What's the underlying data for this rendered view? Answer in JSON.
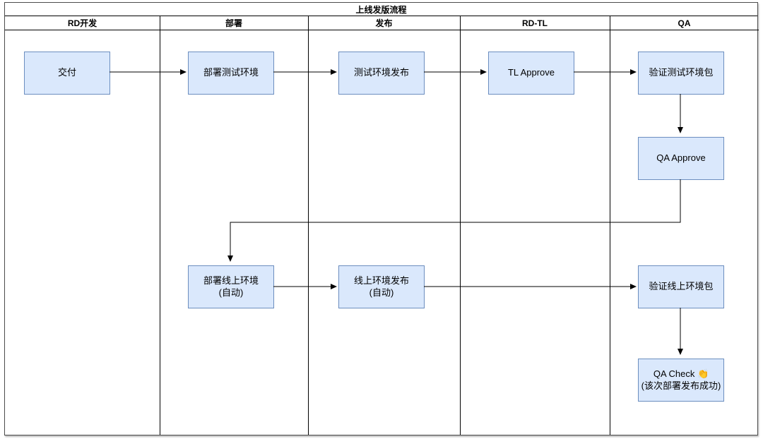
{
  "diagram": {
    "title": "上线发版流程",
    "lanes": [
      {
        "label": "RD开发"
      },
      {
        "label": "部署"
      },
      {
        "label": "发布"
      },
      {
        "label": "RD-TL"
      },
      {
        "label": "QA"
      }
    ],
    "nodes": [
      {
        "id": "deliver",
        "lane": "RD开发",
        "label": "交付"
      },
      {
        "id": "deploy-test-env",
        "lane": "部署",
        "label": "部署测试环境"
      },
      {
        "id": "test-env-release",
        "lane": "发布",
        "label": "测试环境发布"
      },
      {
        "id": "tl-approve",
        "lane": "RD-TL",
        "label": "TL Approve"
      },
      {
        "id": "verify-test-env-package",
        "lane": "QA",
        "label": "验证测试环境包"
      },
      {
        "id": "qa-approve",
        "lane": "QA",
        "label": "QA Approve"
      },
      {
        "id": "deploy-prod-env",
        "lane": "部署",
        "label": "部署线上环境\n(自动)"
      },
      {
        "id": "prod-env-release",
        "lane": "发布",
        "label": "线上环境发布\n(自动)"
      },
      {
        "id": "verify-prod-env-package",
        "lane": "QA",
        "label": "验证线上环境包"
      },
      {
        "id": "qa-check",
        "lane": "QA",
        "label": "QA Check 👏\n(该次部署发布成功)"
      }
    ],
    "edges": [
      {
        "from": "deliver",
        "to": "deploy-test-env"
      },
      {
        "from": "deploy-test-env",
        "to": "test-env-release"
      },
      {
        "from": "test-env-release",
        "to": "tl-approve"
      },
      {
        "from": "tl-approve",
        "to": "verify-test-env-package"
      },
      {
        "from": "verify-test-env-package",
        "to": "qa-approve"
      },
      {
        "from": "qa-approve",
        "to": "deploy-prod-env"
      },
      {
        "from": "deploy-prod-env",
        "to": "prod-env-release"
      },
      {
        "from": "prod-env-release",
        "to": "verify-prod-env-package"
      },
      {
        "from": "verify-prod-env-package",
        "to": "qa-check"
      }
    ],
    "colors": {
      "node_fill": "#dae8fc",
      "node_border": "#6c8ebf",
      "line": "#000000"
    }
  }
}
